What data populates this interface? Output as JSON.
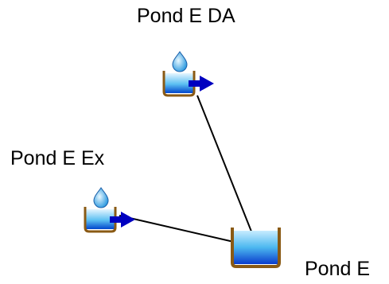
{
  "nodes": {
    "subbasin_da": {
      "label": "Pond E DA",
      "icon": "subbasin-icon"
    },
    "subbasin_ex": {
      "label": "Pond E Ex",
      "icon": "subbasin-icon"
    },
    "reservoir": {
      "label": "Pond E",
      "icon": "reservoir-icon"
    }
  },
  "connections": [
    {
      "from": "Pond E DA",
      "to": "Pond E"
    },
    {
      "from": "Pond E Ex",
      "to": "Pond E"
    }
  ],
  "colors": {
    "water_light": "#e6f6ff",
    "water_mid": "#5cc0f2",
    "water_dark": "#0044cc",
    "container_outline": "#8a5a14",
    "arrow": "#0000c0",
    "drop": "#3aa6e8",
    "connector": "#000000"
  }
}
